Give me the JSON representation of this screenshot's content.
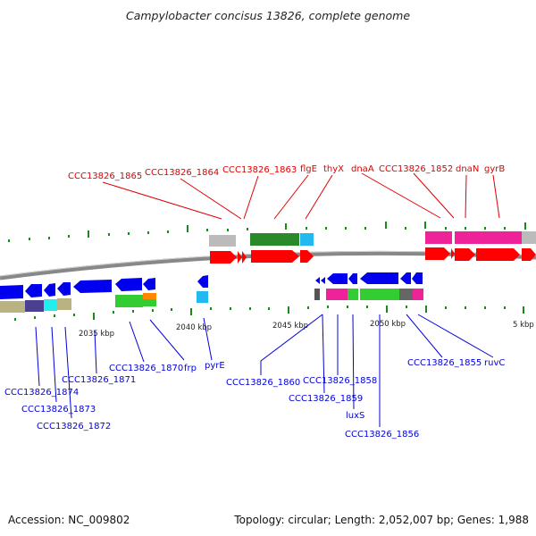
{
  "title": "Campylobacter concisus 13826, complete genome",
  "footer": {
    "accession": "Accession: NC_009802",
    "summary": "Topology: circular; Length: 2,052,007 bp; Genes: 1,988"
  },
  "colors": {
    "forward_label": "#e00000",
    "reverse_label": "#0000dd",
    "forward_gene": "#ff0000",
    "reverse_gene": "#0000ee",
    "backbone": "#888888",
    "tick": "#1a8a1a"
  },
  "kbp_labels": [
    {
      "text": "2035 kbp"
    },
    {
      "text": "2040 kbp"
    },
    {
      "text": "2045 kbp"
    },
    {
      "text": "2050 kbp"
    },
    {
      "text": "5 kbp"
    }
  ],
  "forward_labels": [
    {
      "text": "CCC13826_1865"
    },
    {
      "text": "CCC13826_1864"
    },
    {
      "text": "CCC13826_1863"
    },
    {
      "text": "flgE"
    },
    {
      "text": "thyX"
    },
    {
      "text": "dnaA"
    },
    {
      "text": "CCC13826_1852"
    },
    {
      "text": "dnaN"
    },
    {
      "text": "gyrB"
    }
  ],
  "reverse_labels": [
    {
      "text": "CCC13826_1874"
    },
    {
      "text": "CCC13826_1873"
    },
    {
      "text": "CCC13826_1872"
    },
    {
      "text": "CCC13826_1871"
    },
    {
      "text": "CCC13826_1870"
    },
    {
      "text": "frp"
    },
    {
      "text": "pyrE"
    },
    {
      "text": "CCC13826_1860"
    },
    {
      "text": "CCC13826_1859"
    },
    {
      "text": "CCC13826_1858"
    },
    {
      "text": "luxS"
    },
    {
      "text": "CCC13826_1856"
    },
    {
      "text": "CCC13826_1855"
    },
    {
      "text": "ruvC"
    }
  ]
}
